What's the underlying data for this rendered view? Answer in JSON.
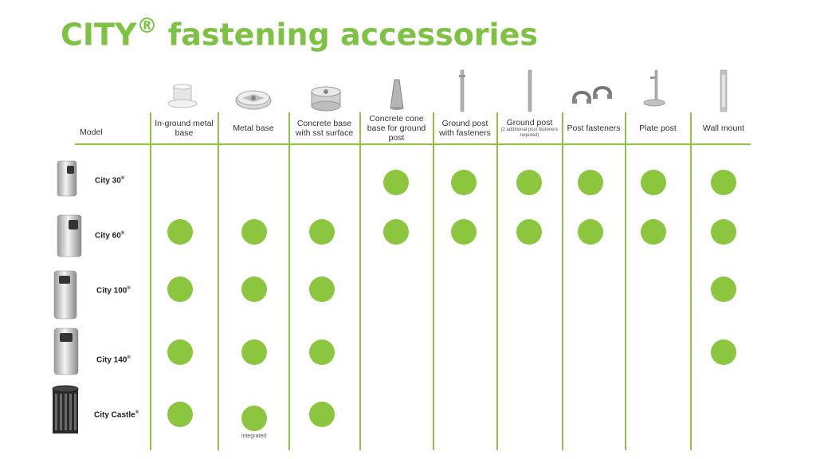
{
  "title": {
    "text": "CITY",
    "reg": "®",
    "rest": " fastening accessories"
  },
  "model_header": "Model",
  "columns": [
    {
      "label": "In-ground metal base",
      "icon": "in-ground-metal-base-icon"
    },
    {
      "label": "Metal base",
      "icon": "metal-base-icon"
    },
    {
      "label": "Concrete base with sst surface",
      "icon": "concrete-base-icon"
    },
    {
      "label": "Concrete cone base for ground post",
      "icon": "concrete-cone-icon"
    },
    {
      "label": "Ground post with fasteners",
      "icon": "ground-post-icon"
    },
    {
      "label": "Ground post",
      "note": "(2 additional post fasteners required)",
      "icon": "ground-post-plain-icon"
    },
    {
      "label": "Post fasteners",
      "icon": "post-fasteners-icon"
    },
    {
      "label": "Plate post",
      "icon": "plate-post-icon"
    },
    {
      "label": "Wall mount",
      "icon": "wall-mount-icon"
    }
  ],
  "rows": [
    {
      "model": "City 30",
      "reg": "®",
      "compat": [
        false,
        false,
        false,
        true,
        true,
        true,
        true,
        true,
        true
      ]
    },
    {
      "model": "City 60",
      "reg": "®",
      "compat": [
        true,
        true,
        true,
        true,
        true,
        true,
        true,
        true,
        true
      ]
    },
    {
      "model": "City 100",
      "reg": "®",
      "compat": [
        true,
        true,
        true,
        false,
        false,
        false,
        false,
        false,
        true
      ]
    },
    {
      "model": "City 140",
      "reg": "®",
      "compat": [
        true,
        true,
        true,
        false,
        false,
        false,
        false,
        false,
        true
      ]
    },
    {
      "model": "City Castle",
      "reg": "®",
      "compat": [
        true,
        true,
        true,
        false,
        false,
        false,
        false,
        false,
        false
      ]
    }
  ],
  "integrated_note": "integrated",
  "colors": {
    "accent": "#8cc63f",
    "title": "#7dc242"
  }
}
